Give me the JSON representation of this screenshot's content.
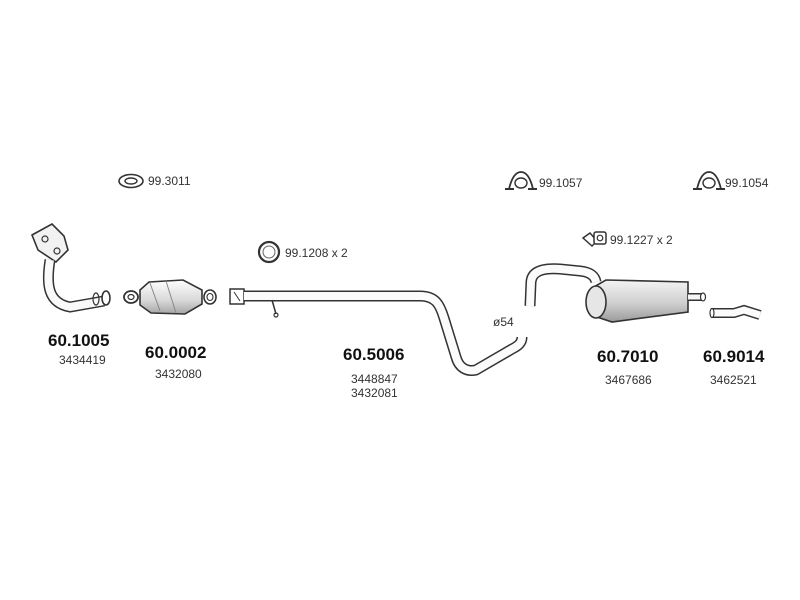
{
  "accessories": {
    "gasket": "99.3011",
    "clamp_mid": "99.1057",
    "clamp_right": "99.1054",
    "ring": "99.1208 x 2",
    "bracket": "99.1227 x 2"
  },
  "parts": [
    {
      "number": "60.1005",
      "refs": [
        "3434419"
      ]
    },
    {
      "number": "60.0002",
      "refs": [
        "3432080"
      ]
    },
    {
      "number": "60.5006",
      "refs": [
        "3448847",
        "3432081"
      ]
    },
    {
      "number": "60.7010",
      "refs": [
        "3467686"
      ]
    },
    {
      "number": "60.9014",
      "refs": [
        "3462521"
      ]
    }
  ],
  "diameter_label": "ø54",
  "colors": {
    "line": "#333333",
    "fill": "#f7f7f7",
    "shade": "#bdbdbd"
  }
}
